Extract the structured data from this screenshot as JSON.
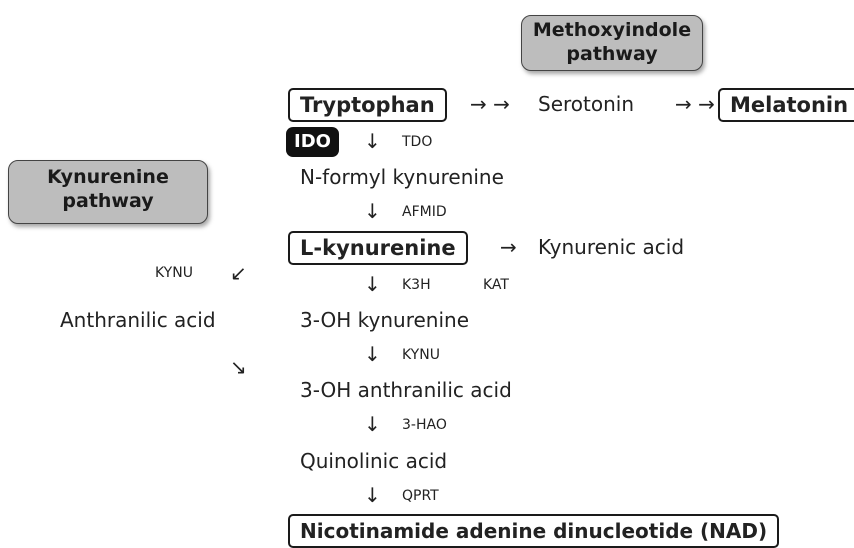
{
  "methoxyindole": {
    "line1": "Methoxyindole",
    "line2": "pathway"
  },
  "kynurenine_pw": {
    "line1": "Kynurenine",
    "line2": "pathway"
  },
  "row_trp": {
    "tryptophan": "Tryptophan",
    "arrows1": "→ →",
    "serotonin": "Serotonin",
    "arrows2": "→ →",
    "melatonin": "Melatonin"
  },
  "step_ido": {
    "ido": "IDO",
    "arrow": "↓",
    "tdo": "TDO"
  },
  "n_formyl": "N-formyl kynurenine",
  "step_afmid": {
    "arrow": "↓",
    "enzyme": "AFMID"
  },
  "row_lkyn": {
    "lkyn": "L-kynurenine",
    "arrow": "→",
    "kyn_acid": "Kynurenic acid"
  },
  "step_k3h": {
    "arrow": "↓",
    "k3h": "K3H",
    "kat": "KAT"
  },
  "left_branch": {
    "kynu": "KYNU",
    "arrow_in": "↙",
    "anthranilic": "Anthranilic acid",
    "arrow_out": "↘"
  },
  "oh_kyn": "3-OH kynurenine",
  "step_kynu": {
    "arrow": "↓",
    "enzyme": "KYNU"
  },
  "oh_anth": "3-OH anthranilic acid",
  "step_3hao": {
    "arrow": "↓",
    "enzyme": "3-HAO"
  },
  "quinolinic": "Quinolinic acid",
  "step_qprt": {
    "arrow": "↓",
    "enzyme": "QPRT"
  },
  "nad": "Nicotinamide adenine dinucleotide (NAD)"
}
